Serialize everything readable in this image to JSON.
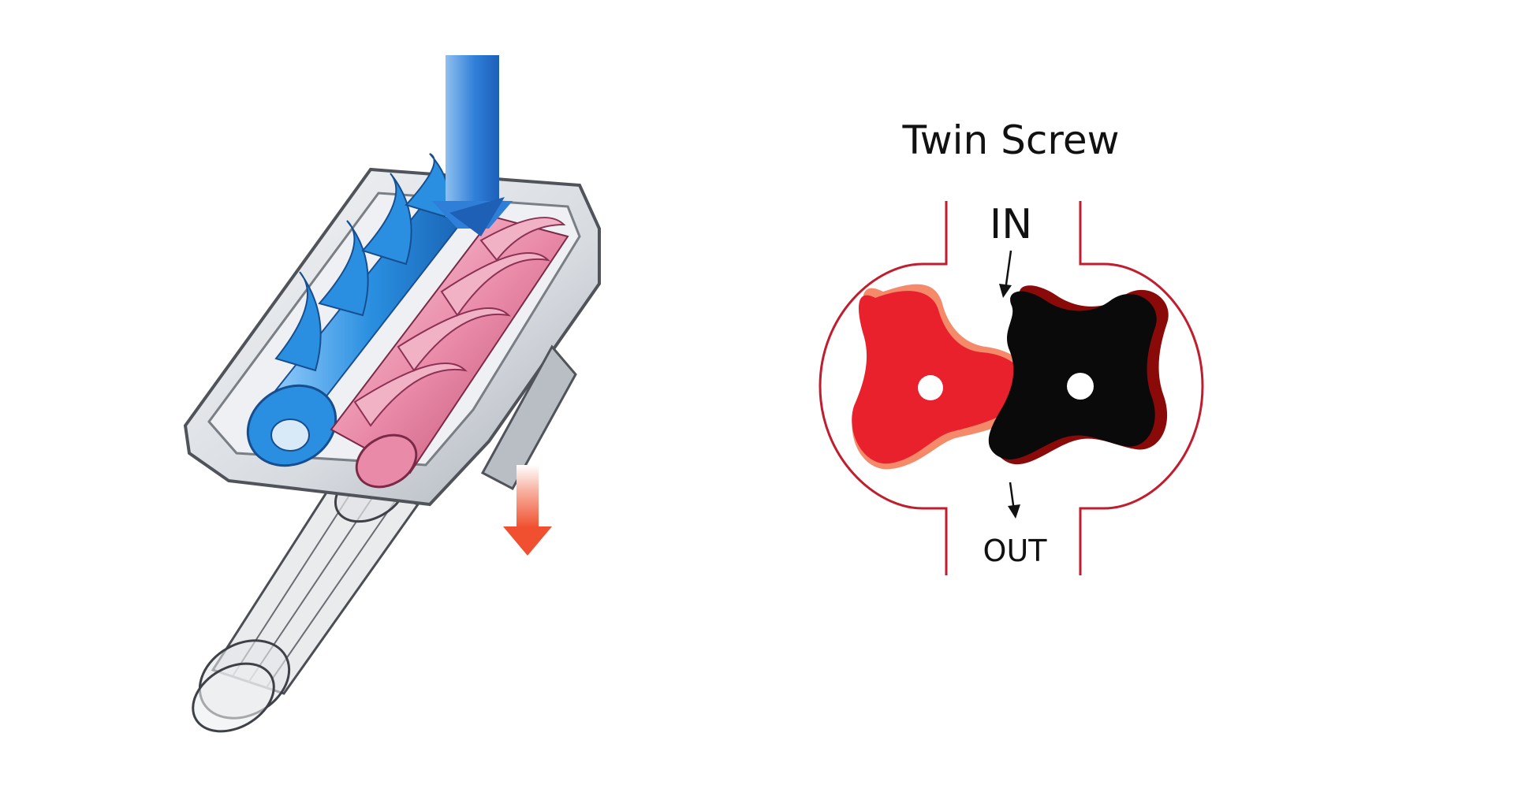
{
  "diagram": {
    "title": "Twin Screw",
    "inlet_label": "IN",
    "outlet_label": "OUT"
  },
  "colors": {
    "inflow_arrow": "#2f7fd8",
    "outflow_arrow": "#f0634a",
    "male_rotor": "#e8212c",
    "male_rotor_shadow": "#f58a6a",
    "female_rotor": "#0a0a0a",
    "female_rotor_shadow": "#8a0a0a",
    "housing_outline": "#c01e2e",
    "blue_screw": "#2a8fe0",
    "pink_screw": "#e98aa8"
  },
  "icons": {
    "inflow": "arrow-down-icon",
    "outflow": "arrow-down-icon"
  }
}
